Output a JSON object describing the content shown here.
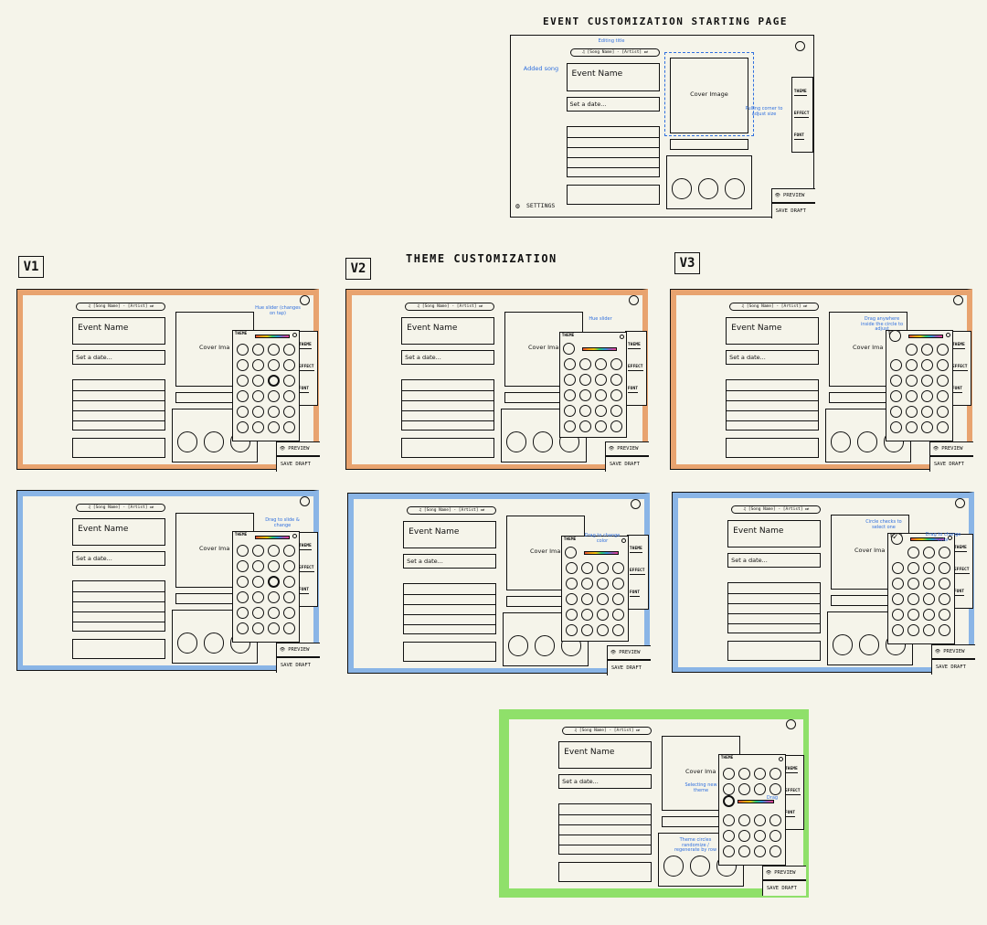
{
  "page_title": "EVENT CUSTOMIZATION STARTING PAGE",
  "section_title": "THEME CUSTOMIZATION",
  "versions": [
    "V1",
    "V2",
    "V3"
  ],
  "song_chip": "♫ [Song Name] - [Artist] ⏭",
  "event_name": "Event Name",
  "date_field": "Set a date...",
  "cover_image": "Cover Image",
  "cover_image_short": "Cover Ima",
  "side_tabs": [
    "THEME",
    "EFFECT",
    "FONT"
  ],
  "theme_label": "THEME",
  "settings_label": "SETTINGS",
  "preview_label": "PREVIEW",
  "save_label": "SAVE DRAFT",
  "colors": {
    "background": "#f5f4ea",
    "ink": "#111111",
    "note_blue": "#2f6fde",
    "orange": "#e8a36f",
    "blue": "#8ab5e6",
    "green": "#8fe06a",
    "rainbow": [
      "#e74c3c",
      "#f39c12",
      "#f1c40f",
      "#2ecc71",
      "#3498db",
      "#9b59b6",
      "#e84393"
    ]
  },
  "annotations": {
    "start_added_song": "Added song",
    "start_editing_title": "Editing title",
    "start_resize_cover": "Pulling corner to adjust size",
    "v1_top_slider": "Hue slider (changes on tap)",
    "v2_top_slider": "Hue slider",
    "v3_top_circle": "Drag anywhere inside the circle to adjust",
    "v1_bottom_slider": "Drag to slide & change",
    "v2_bottom_slider": "Drag to change color",
    "v3_bottom_circle": "Circle checks to select one",
    "v3_bottom_slider": "Drag to change color",
    "final_selecting": "Selecting new theme",
    "final_drag": "Drag",
    "final_theme_circles": "Theme circles randomize / regenerate by row"
  }
}
